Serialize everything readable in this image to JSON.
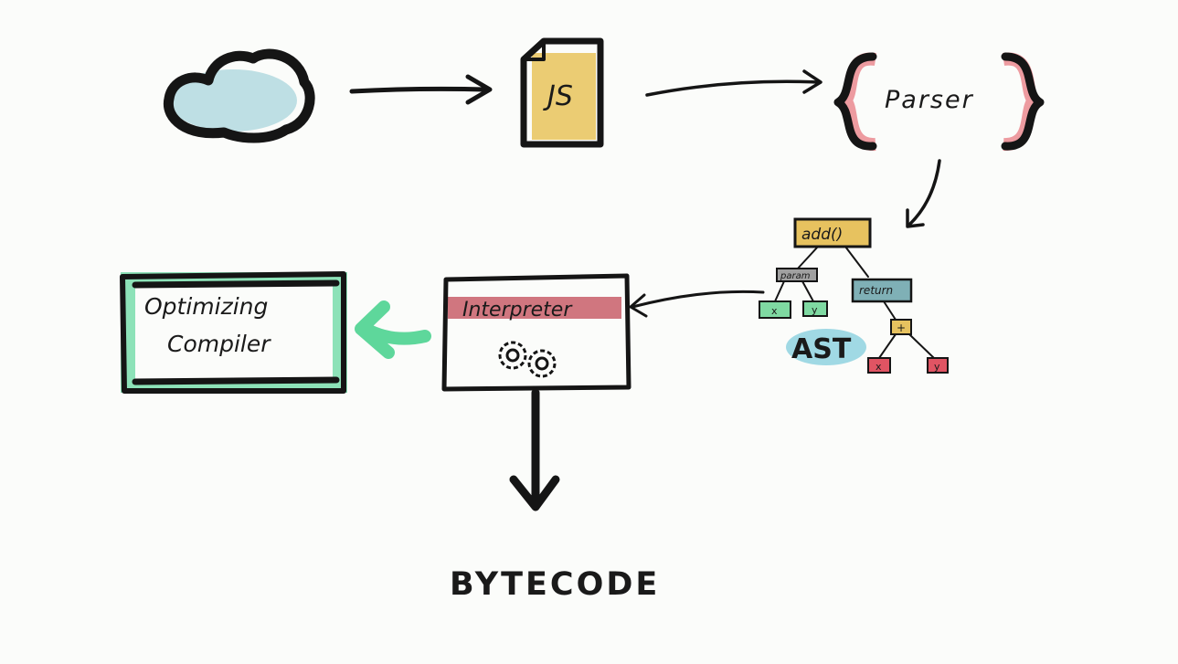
{
  "nodes": {
    "js_file": {
      "label": "JS",
      "fill": "#e8c35a"
    },
    "parser": {
      "label": "Parser",
      "accent": "#e24a56"
    },
    "ast": {
      "root": "add()",
      "param": "param",
      "return": "return",
      "plus": "+",
      "x": "x",
      "y": "y",
      "label": "AST",
      "colors": {
        "root": "#e7c25f",
        "param": "#a0a0a0",
        "return": "#7fb0b6",
        "leaf_green": "#7fd9a2",
        "leaf_red": "#e05463",
        "label_bg": "#8ad0de"
      }
    },
    "interpreter": {
      "label": "Interpreter",
      "accent": "#c24a55"
    },
    "optimizing_compiler": {
      "line1": "Optimizing",
      "line2": "Compiler",
      "accent": "#5ed79b"
    },
    "bytecode": {
      "label": "BYTECODE"
    }
  },
  "icons": [
    "cloud-icon",
    "js-file-icon",
    "gears-icon"
  ],
  "colors": {
    "ink": "#151515",
    "cloud": "#a9d6dc",
    "background": "#fbfcfa"
  }
}
